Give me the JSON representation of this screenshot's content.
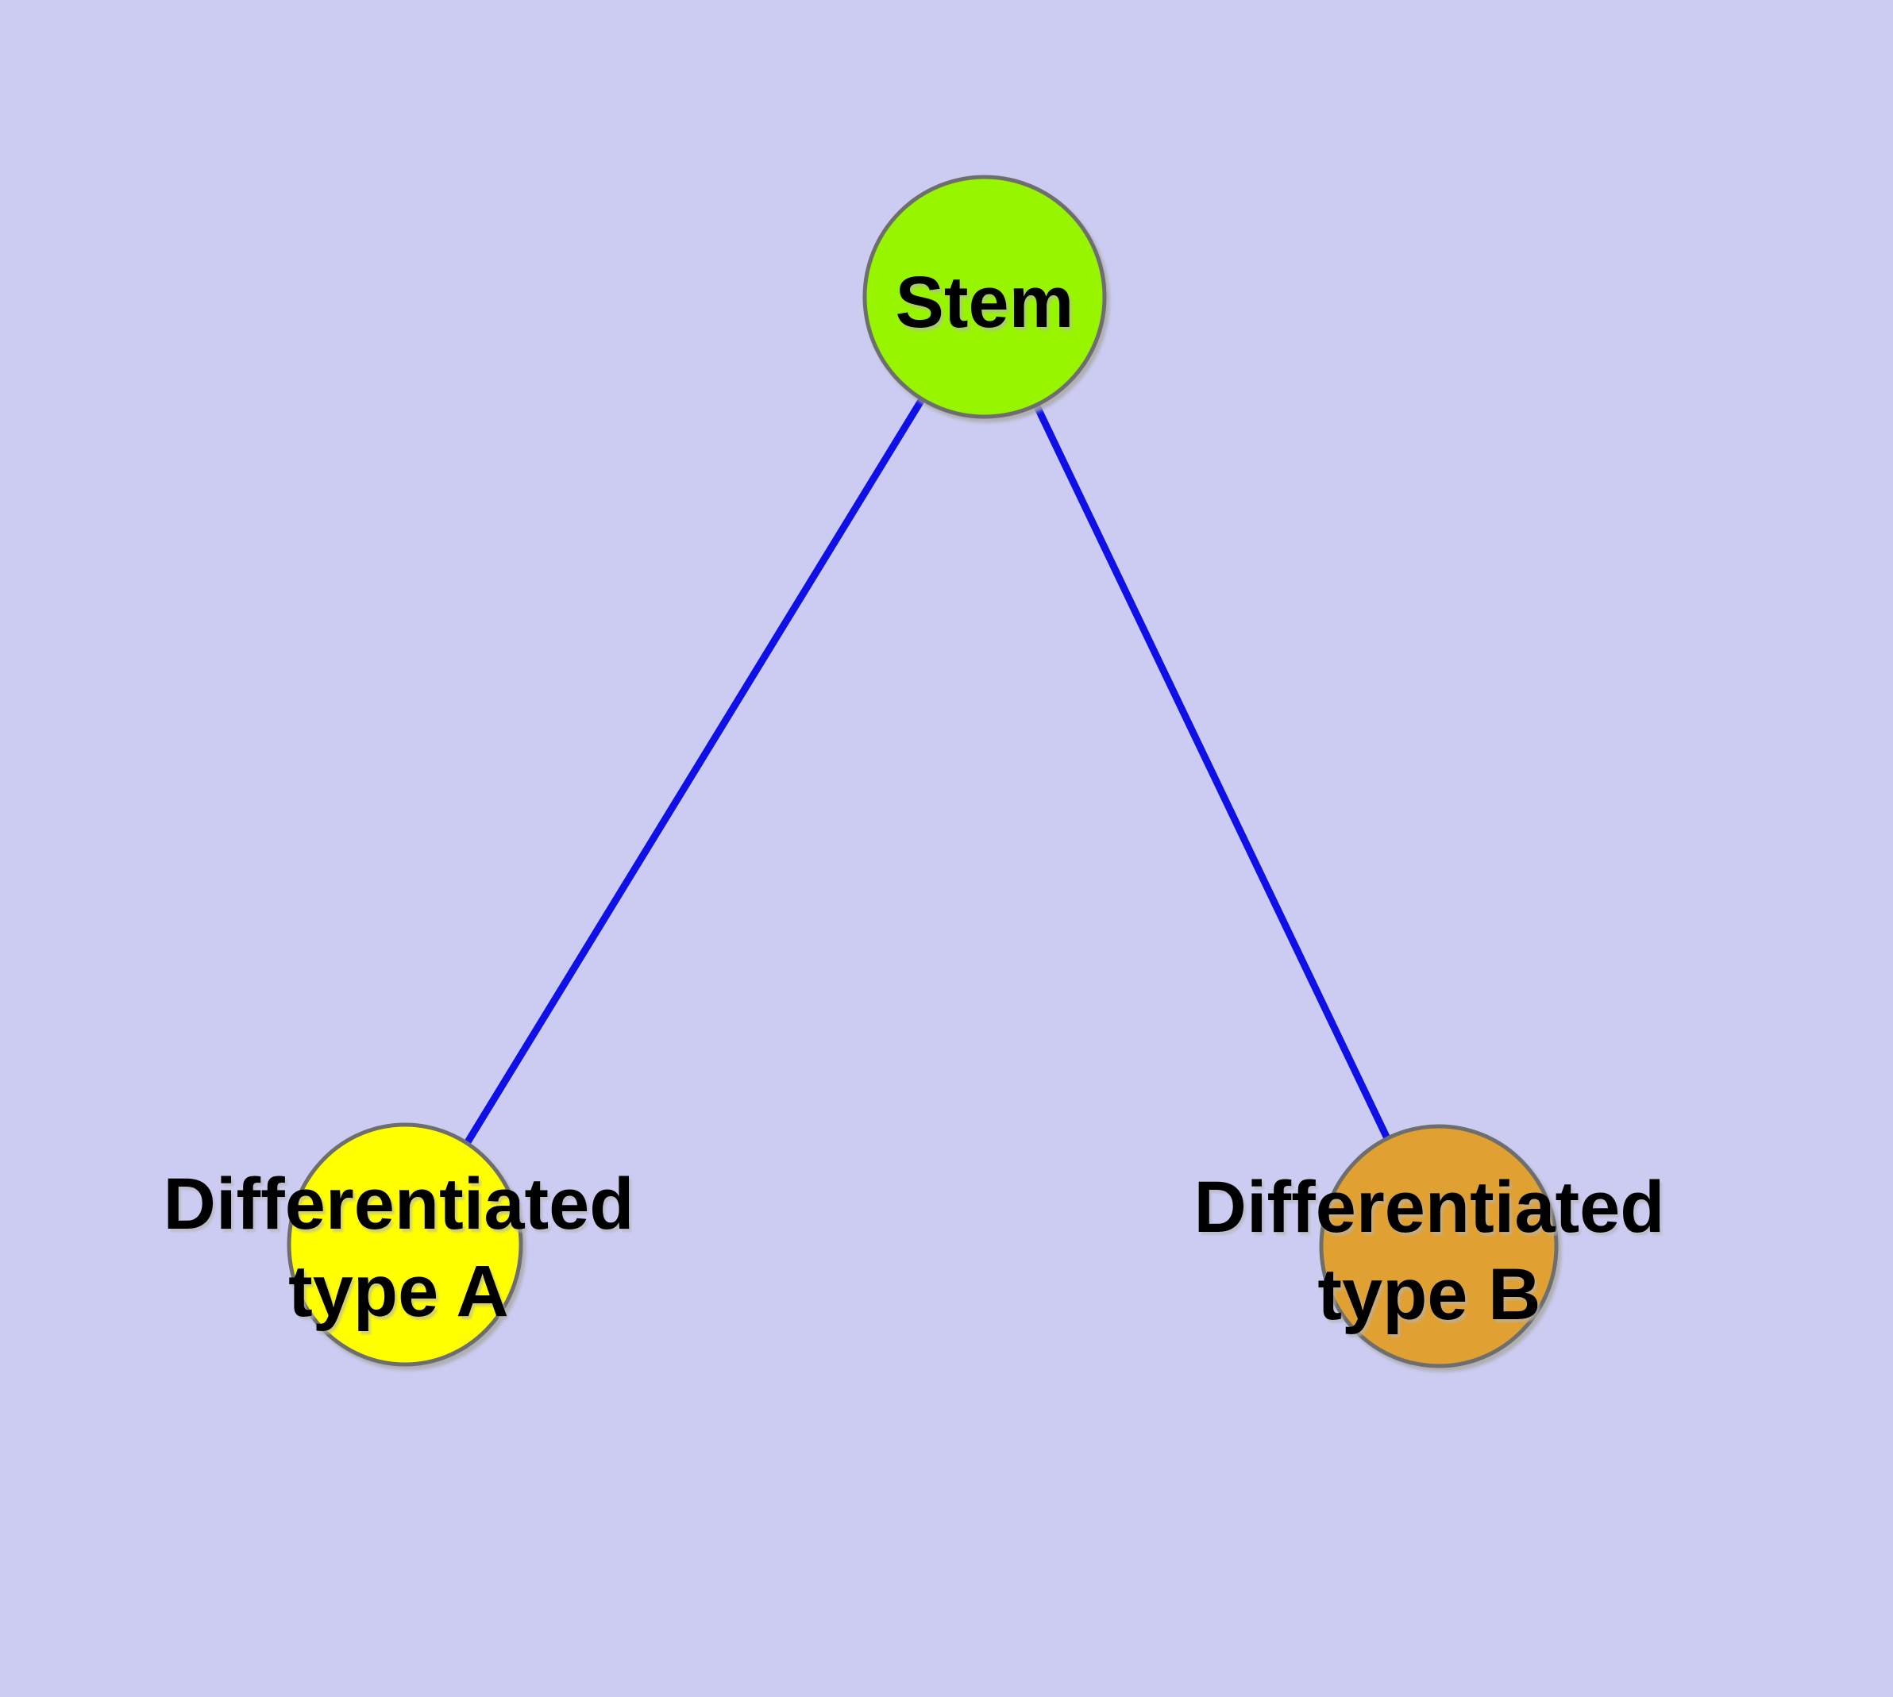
{
  "diagram": {
    "background_color": "#CCCCF2",
    "edge_color": "#0F0FE8",
    "border_color": "#6E6E6E",
    "text_color": "#000000",
    "nodes": {
      "stem": {
        "label": "Stem",
        "color": "#98F500"
      },
      "type_a": {
        "label_line1": "Differentiated",
        "label_line2": "type A",
        "color": "#FFFF00"
      },
      "type_b": {
        "label_line1": "Differentiated",
        "label_line2": "type B",
        "color": "#E0A030"
      }
    },
    "edges": [
      {
        "from": "Stem",
        "to": "Differentiated type A"
      },
      {
        "from": "Stem",
        "to": "Differentiated type B"
      }
    ]
  }
}
